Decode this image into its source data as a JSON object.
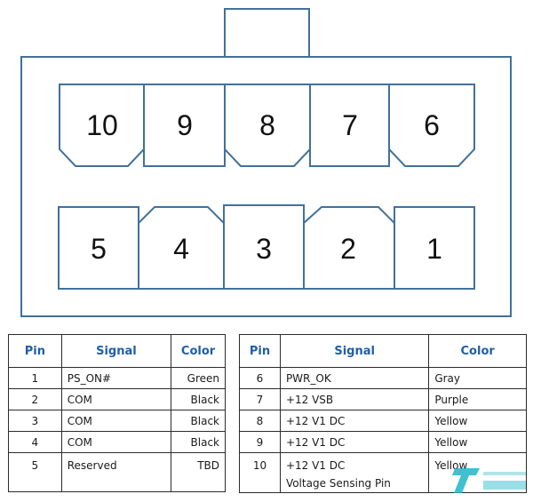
{
  "connector": {
    "top_row": [
      "10",
      "9",
      "8",
      "7",
      "6"
    ],
    "bottom_row": [
      "5",
      "4",
      "3",
      "2",
      "1"
    ],
    "stroke_color": "#41719c"
  },
  "table": {
    "headers": {
      "pin": "Pin",
      "signal": "Signal",
      "color": "Color"
    },
    "header_color": "#1f5ea8",
    "left_rows": [
      {
        "pin": "1",
        "signal": "PS_ON#",
        "color": "Green"
      },
      {
        "pin": "2",
        "signal": "COM",
        "color": "Black"
      },
      {
        "pin": "3",
        "signal": "COM",
        "color": "Black"
      },
      {
        "pin": "4",
        "signal": "COM",
        "color": "Black"
      },
      {
        "pin": "5",
        "signal": "Reserved",
        "color": "TBD"
      }
    ],
    "right_rows": [
      {
        "pin": "6",
        "signal": "PWR_OK",
        "signal2": "",
        "color": "Gray"
      },
      {
        "pin": "7",
        "signal": "+12 VSB",
        "signal2": "",
        "color": "Purple"
      },
      {
        "pin": "8",
        "signal": "+12 V1 DC",
        "signal2": "",
        "color": "Yellow"
      },
      {
        "pin": "9",
        "signal": "+12 V1 DC",
        "signal2": "",
        "color": "Yellow"
      },
      {
        "pin": "10",
        "signal": "+12 V1 DC",
        "signal2": "Voltage Sensing Pin",
        "color": "Yellow"
      }
    ]
  },
  "watermark": {
    "icon": "brand-logo-icon",
    "color": "#1fb5c9"
  }
}
